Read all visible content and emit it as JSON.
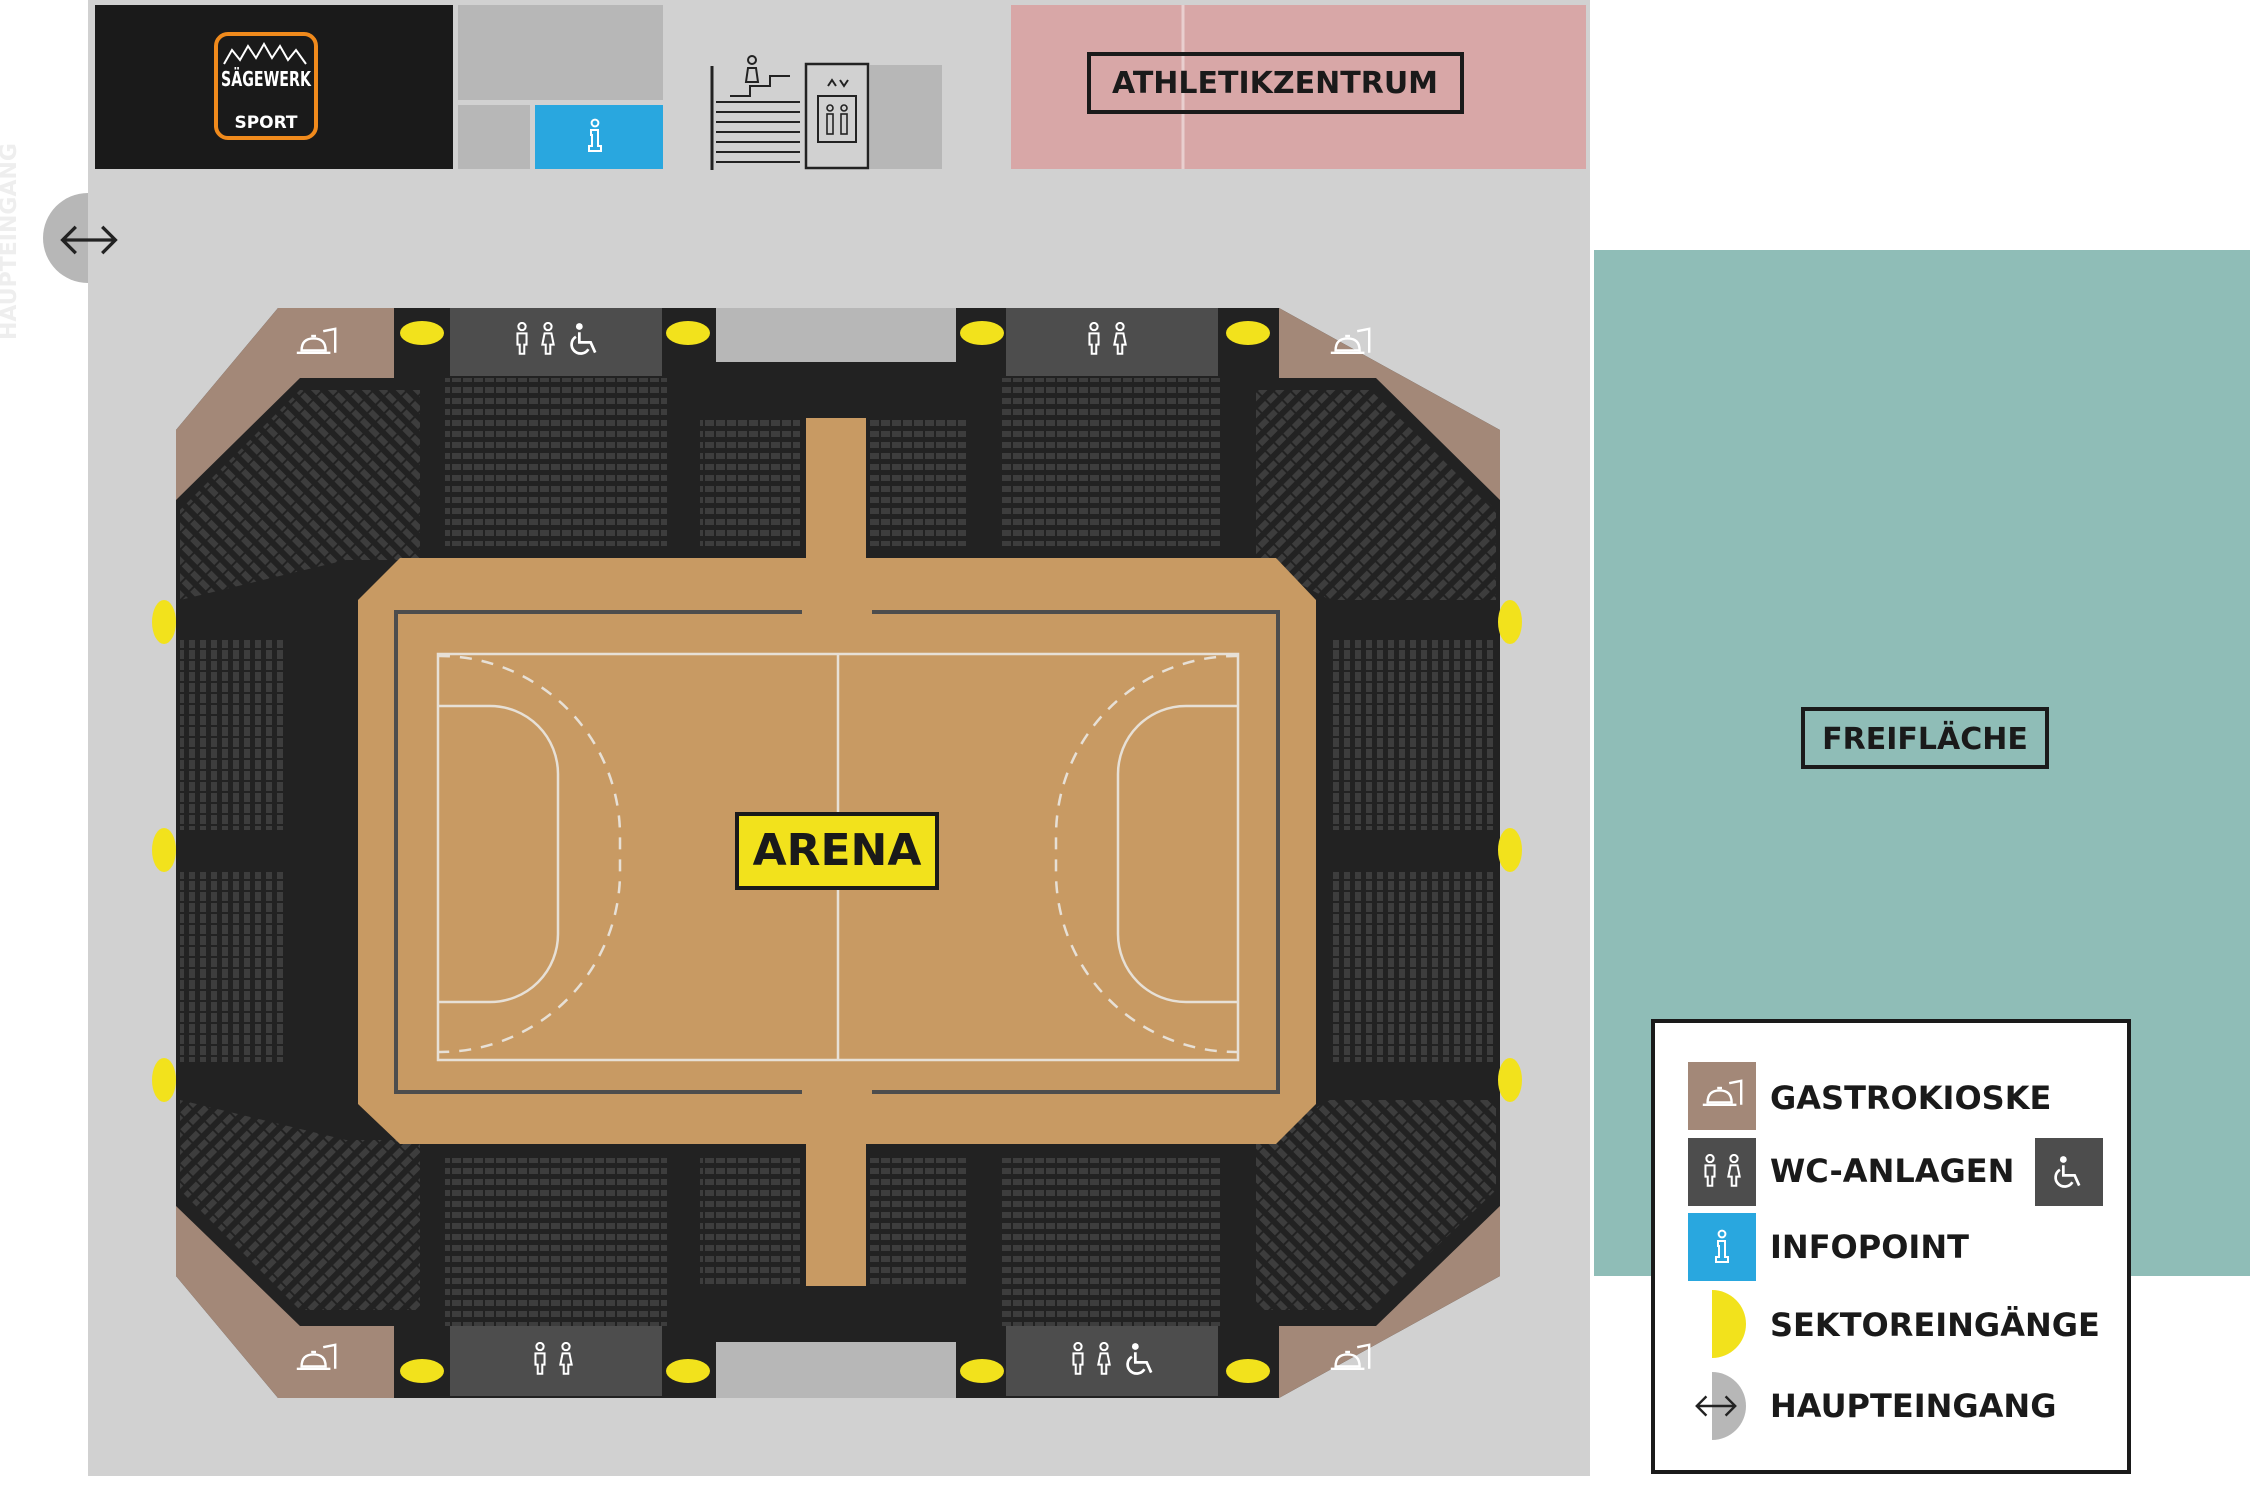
{
  "labels": {
    "athletikzentrum": "ATHLETIKZENTRUM",
    "freiflaeche": "FREIFLÄCHE",
    "arena": "ARENA",
    "logo_top": "SÄGEWERK",
    "logo_bottom": "SPORT",
    "side_text": "HAUPTEINGANG"
  },
  "legend": {
    "items": [
      {
        "icon": "food-kiosk-icon",
        "label": "GASTROKIOSKE"
      },
      {
        "icon": "restroom-icon",
        "label": "WC-ANLAGEN"
      },
      {
        "icon": "info-icon",
        "label": "INFOPOINT"
      },
      {
        "icon": "sector-entrance-icon",
        "label": "SEKTOREINGÄNGE"
      },
      {
        "icon": "main-entrance-icon",
        "label": "HAUPTEINGANG"
      }
    ]
  },
  "colors": {
    "outer_ground": "#d1d1d1",
    "seating_bowl": "#222222",
    "court": "#c89a63",
    "kiosk": "#a38878",
    "restroom": "#4d4d4d",
    "info": "#29a7df",
    "sector_entrance": "#f2e21c",
    "athletikzentrum": "#d8a7a7",
    "freiflaeche": "#8fbdb7",
    "logo_accent": "#f08a1c"
  }
}
